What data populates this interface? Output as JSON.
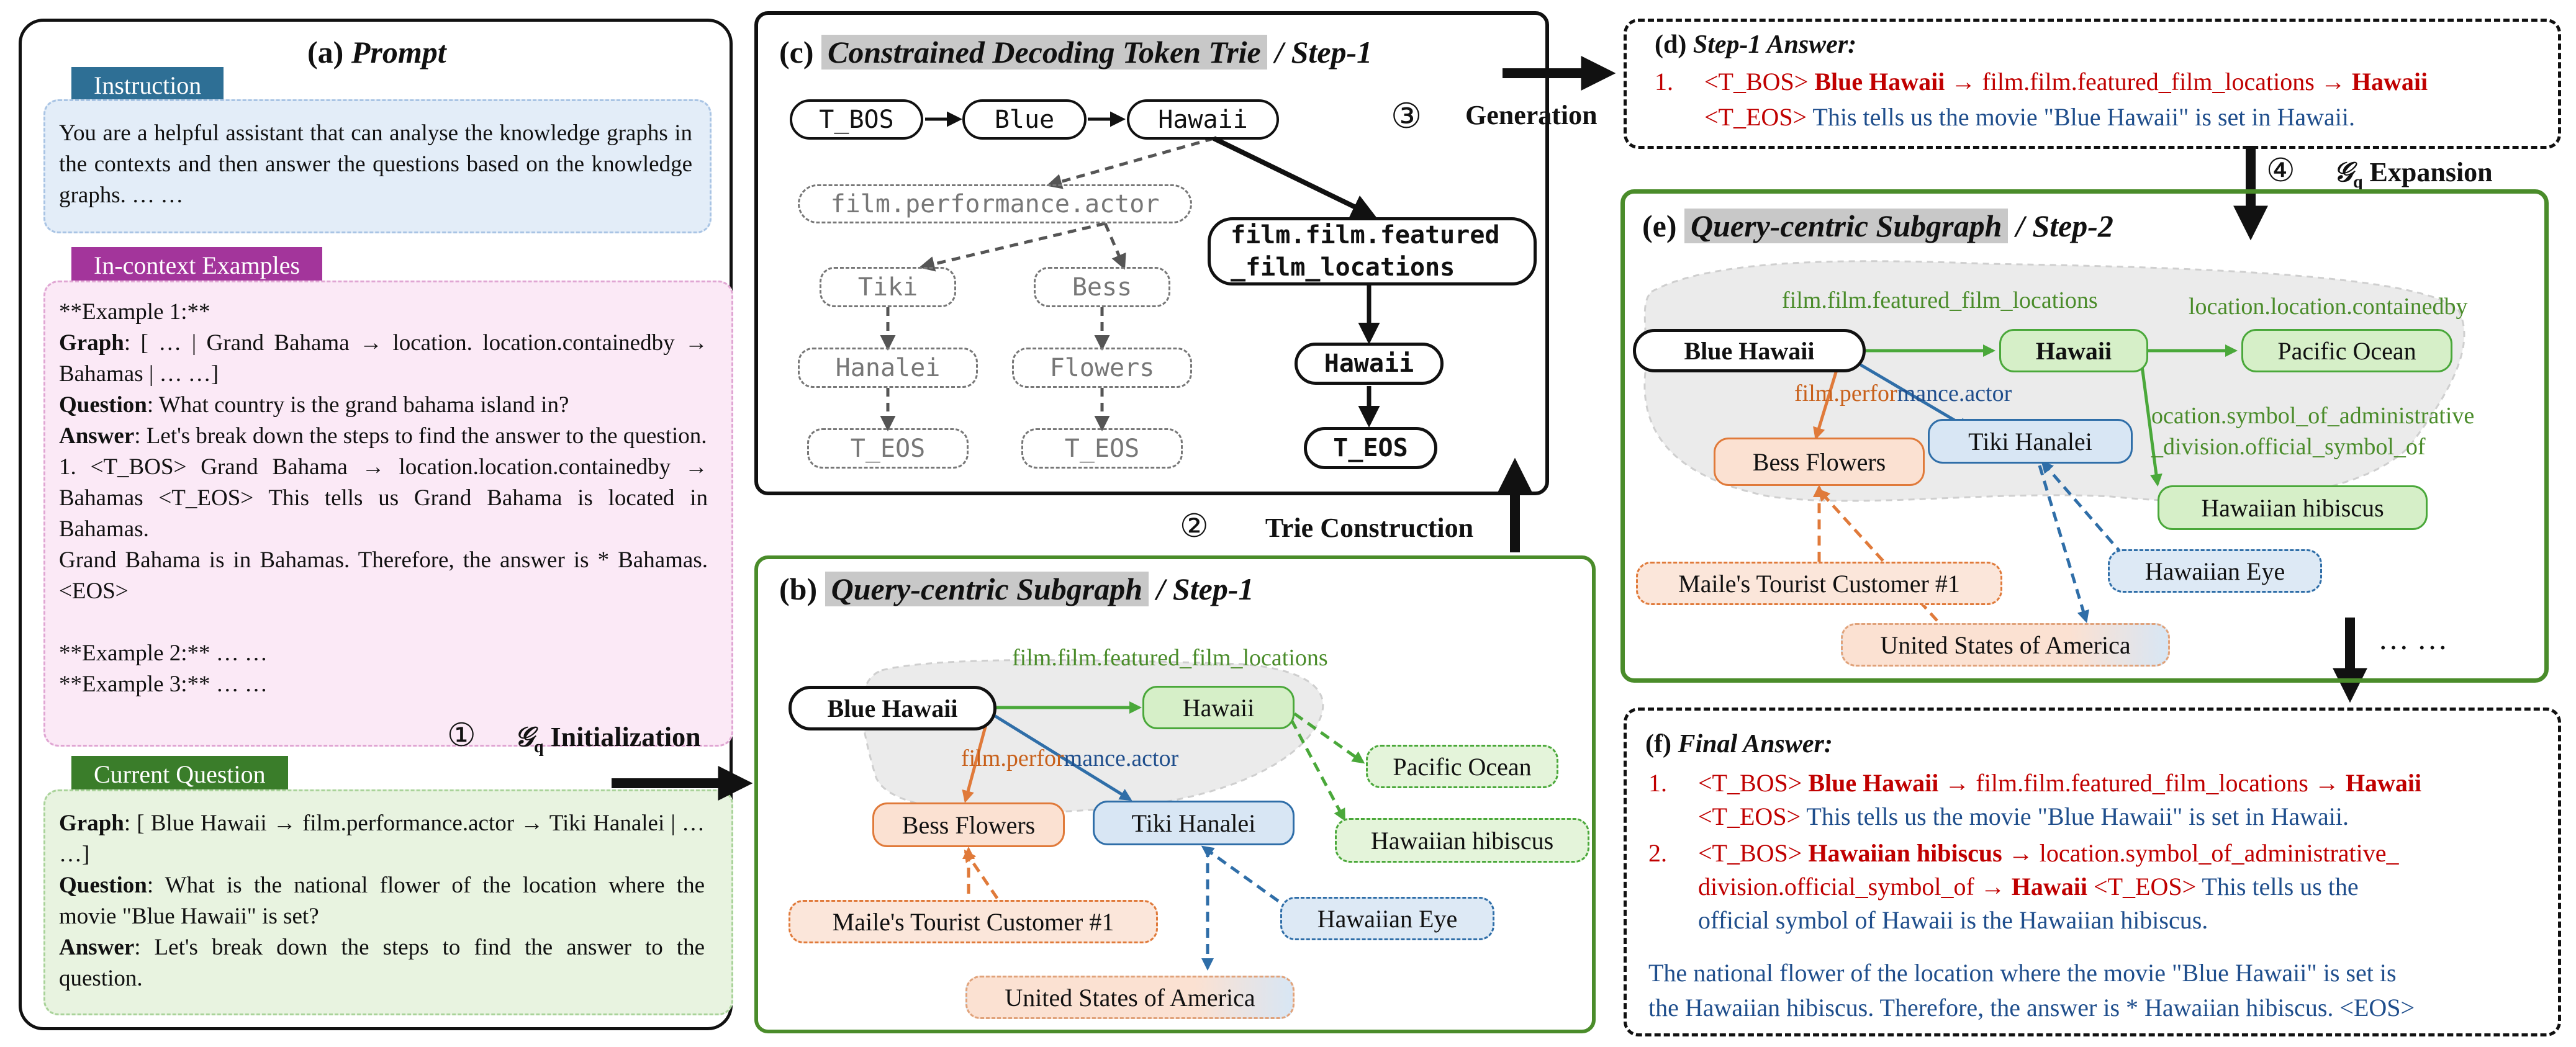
{
  "panel_a": {
    "title_label": "(a)",
    "title_name": "Prompt",
    "instruction_tag": "Instruction",
    "instruction_text": "You are a helpful assistant that can analyse the knowledge graphs in the contexts and then answer the questions based on the knowledge graphs. … …",
    "examples_tag": "In-context Examples",
    "ex1_header": "**Example 1:**",
    "ex1_graph_label": "Graph",
    "ex1_graph": ": [ … | Grand Bahama → location. location.containedby → Bahamas | … …]",
    "ex1_question_label": "Question",
    "ex1_question": ": What country is the grand bahama island in?",
    "ex1_answer_label": "Answer",
    "ex1_answer": ": Let's break down the steps to find the answer to the question.",
    "ex1_step": "1. <T_BOS> Grand Bahama → location.location.containedby → Bahamas <T_EOS> This tells us Grand Bahama is located in Bahamas.",
    "ex1_conclusion": "Grand Bahama is in Bahamas. Therefore, the answer is * Bahamas. <EOS>",
    "ex2": "**Example 2:** … …",
    "ex3": "**Example 3:** … …",
    "current_tag": "Current Question",
    "cq_graph_label": "Graph",
    "cq_graph": ": [ Blue Hawaii → film.performance.actor → Tiki Hanalei | … …]",
    "cq_question_label": "Question",
    "cq_question": ": What is the national flower of the location where the movie \"Blue Hawaii\" is set?",
    "cq_answer_label": "Answer",
    "cq_answer": ": Let's break down the steps to find the answer to the question."
  },
  "panel_b": {
    "title_label": "(b)",
    "title_name": "Query-centric Subgraph",
    "title_step": "/ Step-1",
    "nodes": {
      "blue_hawaii": "Blue Hawaii",
      "hawaii": "Hawaii",
      "bess_flowers": "Bess Flowers",
      "tiki_hanalei": "Tiki Hanalei",
      "pacific_ocean": "Pacific Ocean",
      "hawaiian_hibiscus": "Hawaiian hibiscus",
      "maile": "Maile's Tourist Customer #1",
      "hawaiian_eye": "Hawaiian Eye",
      "usa": "United States of America"
    },
    "edge_featured": "film.film.featured_film_locations",
    "edge_actor_part1": "film.perfor",
    "edge_actor_part2": "mance.actor"
  },
  "panel_c": {
    "title_label": "(c)",
    "title_name": "Constrained Decoding Token Trie",
    "title_step": "/ Step-1",
    "tokens": {
      "t_bos": "T_BOS",
      "blue": "Blue",
      "hawaii": "Hawaii",
      "perf_actor": "film.performance.actor",
      "featured": "film.film.featured\n_film_locations",
      "tiki": "Tiki",
      "bess": "Bess",
      "hanalei": "Hanalei",
      "flowers": "Flowers",
      "t_eos_1": "T_EOS",
      "t_eos_2": "T_EOS",
      "hawaii_2": "Hawaii",
      "t_eos_3": "T_EOS"
    },
    "circle_3": "③"
  },
  "panel_d": {
    "title_label": "(d)",
    "title_name": "Step-1 Answer:",
    "num": "1.",
    "line1_pre": "<T_BOS> ",
    "line1_bold1": "Blue Hawaii",
    "line1_mid": " → film.film.featured_film_locations → ",
    "line1_bold2": "Hawaii",
    "line2_red": "<T_EOS>",
    "line2_blue": " This tells us the movie \"Blue Hawaii\" is set in Hawaii."
  },
  "panel_e": {
    "title_label": "(e)",
    "title_name": "Query-centric Subgraph",
    "title_step": "/ Step-2",
    "nodes": {
      "blue_hawaii": "Blue Hawaii",
      "hawaii": "Hawaii",
      "pacific_ocean": "Pacific Ocean",
      "bess_flowers": "Bess Flowers",
      "tiki_hanalei": "Tiki Hanalei",
      "hawaiian_hibiscus": "Hawaiian hibiscus",
      "maile": "Maile's Tourist Customer #1",
      "hawaiian_eye": "Hawaiian Eye",
      "usa": "United States of America"
    },
    "edge_featured": "film.film.featured_film_locations",
    "edge_contained": "location.location.containedby",
    "edge_symbol_1": "ocation.symbol_of_administrative",
    "edge_symbol_2": "_division.official_symbol_of",
    "edge_actor_part1": "film.perfor",
    "edge_actor_part2": "mance.actor",
    "ellipsis": "… …"
  },
  "panel_f": {
    "title_label": "(f)",
    "title_name": "Final Answer:",
    "a1_num": "1.",
    "a1_pre": "<T_BOS> ",
    "a1_b1": "Blue Hawaii",
    "a1_mid": " → film.film.featured_film_locations → ",
    "a1_b2": "Hawaii",
    "a1_l2_red": "<T_EOS>",
    "a1_l2_blue": " This tells us the movie \"Blue Hawaii\" is set in Hawaii.",
    "a2_num": "2.",
    "a2_pre": "<T_BOS> ",
    "a2_b1": "Hawaiian hibiscus",
    "a2_mid": " → location.symbol_of_administrative_",
    "a2_l2_a": "division.official_symbol_of → ",
    "a2_l2_b": "Hawaii",
    "a2_l2_c": " <T_EOS>",
    "a2_l2_blue": " This tells us the",
    "a2_l3_blue": "official symbol of Hawaii is the Hawaiian hibiscus.",
    "final_line1": "The national flower of the location where the movie \"Blue Hawaii\" is set is",
    "final_line2": "the Hawaiian hibiscus. Therefore, the answer is * Hawaiian hibiscus. <EOS>"
  },
  "arrows": {
    "step1_circle": "①",
    "init_label": "Initialization",
    "g_symbol": "𝒢",
    "g_sub": "q",
    "step2_circle": "②",
    "trie_label": "Trie Construction",
    "generation_label": "Generation",
    "step4_circle": "④",
    "expansion_label": "Expansion"
  },
  "colors": {
    "instruction_tag": "#2e6f95",
    "examples_tag": "#a3359b",
    "current_tag": "#3a7d2a",
    "red": "#c00000",
    "blue": "#1f4e8c",
    "green": "#4a8c2a",
    "orange": "#c8601a"
  }
}
